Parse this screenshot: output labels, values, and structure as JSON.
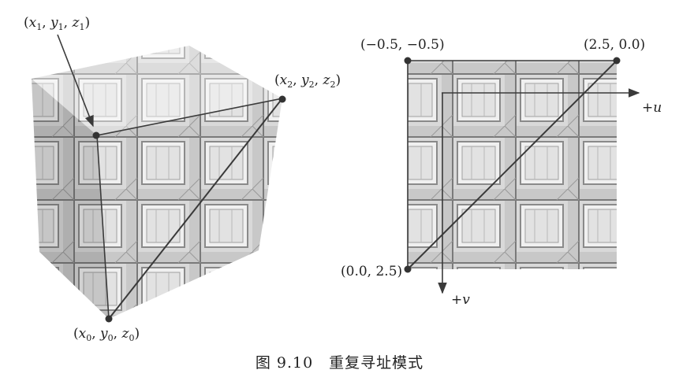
{
  "caption": "图 9.10　重复寻址模式",
  "cube": {
    "p1": {
      "x": "x",
      "xs": "1",
      "y": "y",
      "ys": "1",
      "z": "z",
      "zs": "1"
    },
    "p2": {
      "x": "x",
      "xs": "2",
      "y": "y",
      "ys": "2",
      "z": "z",
      "zs": "2"
    },
    "p0": {
      "x": "x",
      "xs": "0",
      "y": "y",
      "ys": "0",
      "z": "z",
      "zs": "0"
    }
  },
  "square": {
    "top_left": "(−0.5, −0.5)",
    "top_right": "(2.5, 0.0)",
    "bottom_left": "(0.0, 2.5)",
    "u_axis": "+u",
    "v_axis": "+v"
  },
  "colors": {
    "line": "#3a3a3a",
    "wood_light": "#e6e6e6",
    "wood_mid": "#bdbdbd",
    "wood_dark": "#6e6e6e"
  }
}
